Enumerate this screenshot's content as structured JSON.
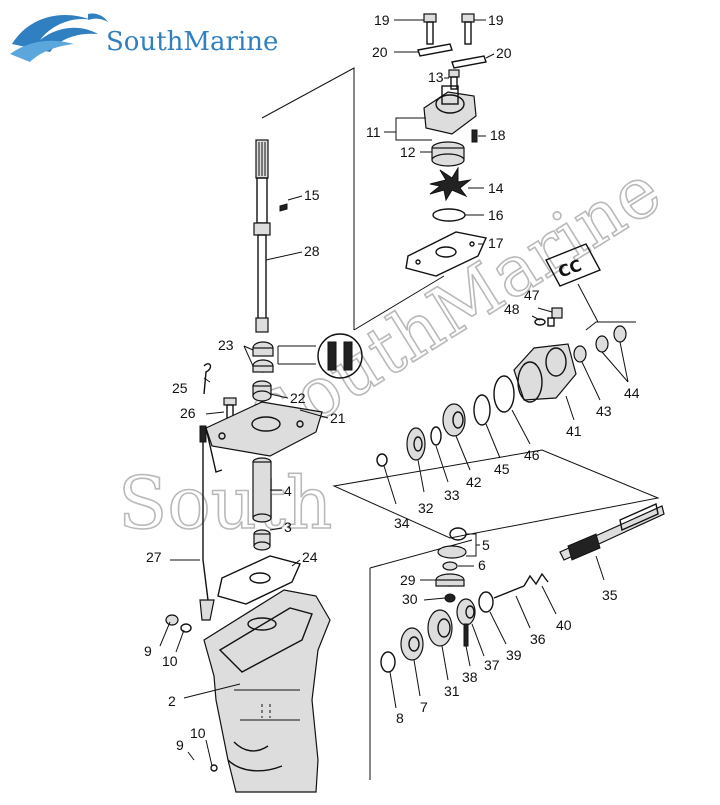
{
  "brand": {
    "name": "SouthMarine",
    "watermark_diagonal": "SouthMarine",
    "watermark_horizontal": "South",
    "color": "#2f7fc1"
  },
  "diagram": {
    "badge_text": "CC",
    "labels": [
      {
        "id": "19a",
        "text": "19"
      },
      {
        "id": "19b",
        "text": "19"
      },
      {
        "id": "20a",
        "text": "20"
      },
      {
        "id": "20b",
        "text": "20"
      },
      {
        "id": "13",
        "text": "13"
      },
      {
        "id": "11",
        "text": "11"
      },
      {
        "id": "18",
        "text": "18"
      },
      {
        "id": "12",
        "text": "12"
      },
      {
        "id": "14",
        "text": "14"
      },
      {
        "id": "16",
        "text": "16"
      },
      {
        "id": "17",
        "text": "17"
      },
      {
        "id": "15",
        "text": "15"
      },
      {
        "id": "28",
        "text": "28"
      },
      {
        "id": "47",
        "text": "47"
      },
      {
        "id": "48",
        "text": "48"
      },
      {
        "id": "23",
        "text": "23"
      },
      {
        "id": "25",
        "text": "25"
      },
      {
        "id": "22",
        "text": "22"
      },
      {
        "id": "26",
        "text": "26"
      },
      {
        "id": "21",
        "text": "21"
      },
      {
        "id": "44",
        "text": "44"
      },
      {
        "id": "43",
        "text": "43"
      },
      {
        "id": "41",
        "text": "41"
      },
      {
        "id": "46",
        "text": "46"
      },
      {
        "id": "45",
        "text": "45"
      },
      {
        "id": "42",
        "text": "42"
      },
      {
        "id": "33",
        "text": "33"
      },
      {
        "id": "32",
        "text": "32"
      },
      {
        "id": "34",
        "text": "34"
      },
      {
        "id": "4",
        "text": "4"
      },
      {
        "id": "3",
        "text": "3"
      },
      {
        "id": "24",
        "text": "24"
      },
      {
        "id": "27",
        "text": "27"
      },
      {
        "id": "5",
        "text": "5"
      },
      {
        "id": "6",
        "text": "6"
      },
      {
        "id": "29",
        "text": "29"
      },
      {
        "id": "30",
        "text": "30"
      },
      {
        "id": "35",
        "text": "35"
      },
      {
        "id": "40",
        "text": "40"
      },
      {
        "id": "36",
        "text": "36"
      },
      {
        "id": "39",
        "text": "39"
      },
      {
        "id": "37",
        "text": "37"
      },
      {
        "id": "38",
        "text": "38"
      },
      {
        "id": "31",
        "text": "31"
      },
      {
        "id": "7",
        "text": "7"
      },
      {
        "id": "8",
        "text": "8"
      },
      {
        "id": "9a",
        "text": "9"
      },
      {
        "id": "10a",
        "text": "10"
      },
      {
        "id": "2",
        "text": "2"
      },
      {
        "id": "9b",
        "text": "9"
      },
      {
        "id": "10b",
        "text": "10"
      }
    ]
  }
}
